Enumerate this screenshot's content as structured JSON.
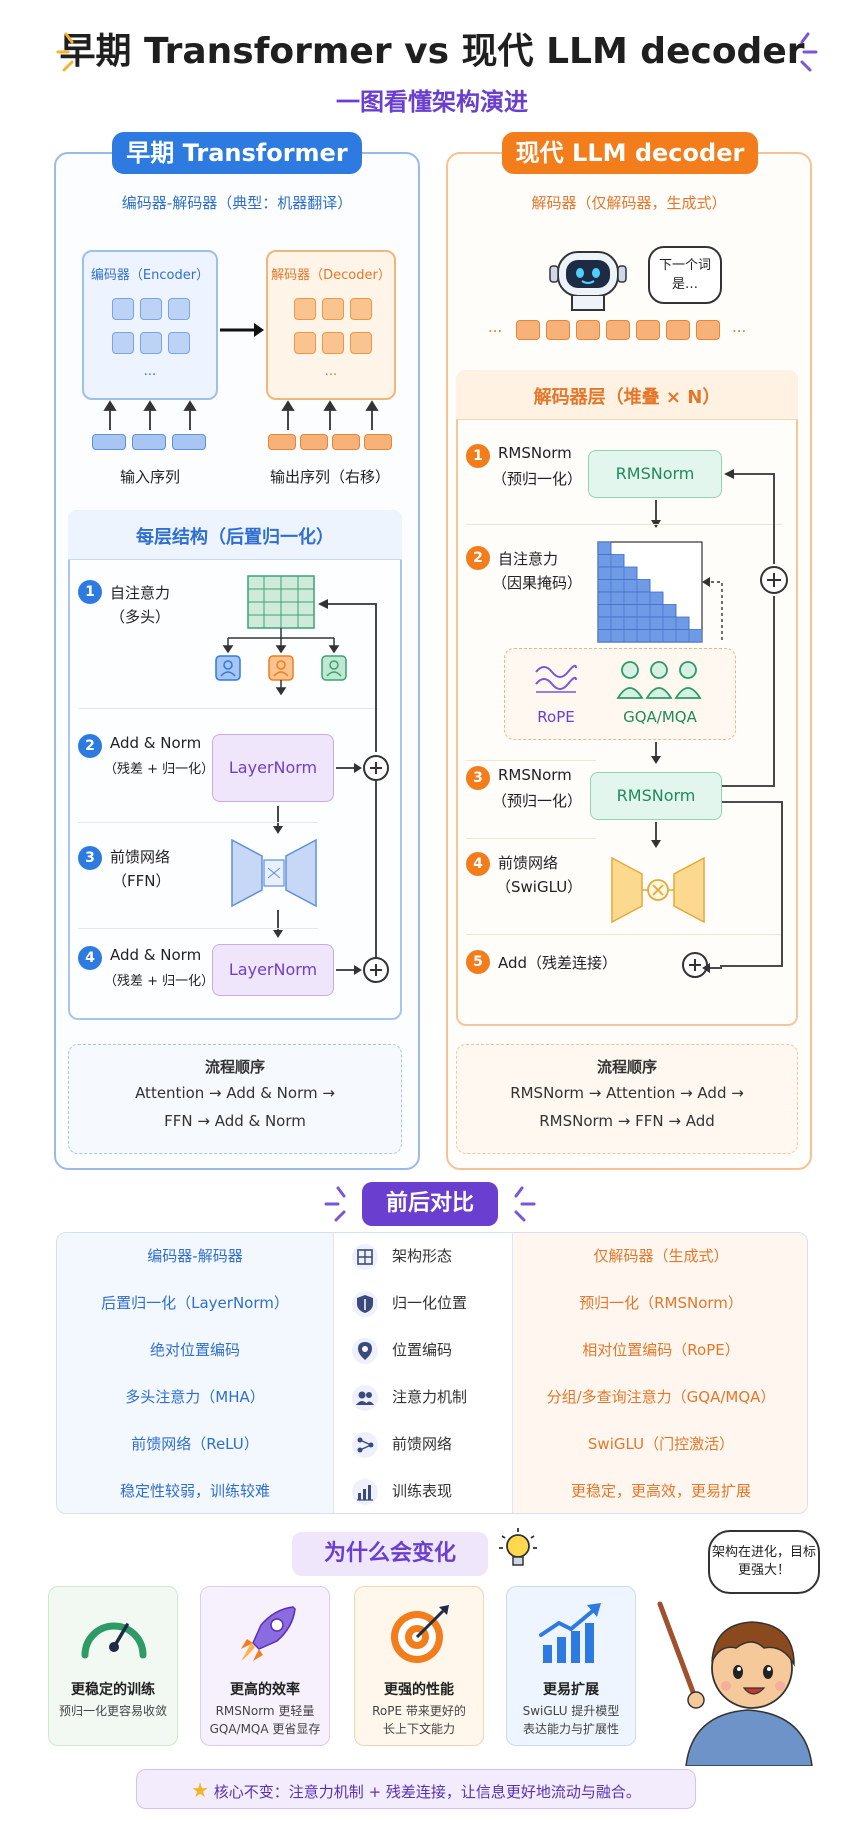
{
  "header": {
    "title": "早期 Transformer vs 现代 LLM decoder",
    "subtitle": "一图看懂架构演进"
  },
  "left": {
    "pill": "早期 Transformer",
    "caption": "编码器-解码器（典型：机器翻译）",
    "encoder_label": "编码器（Encoder）",
    "decoder_label": "解码器（Decoder）",
    "ellipsis": "...",
    "input_label": "输入序列",
    "output_label": "输出序列（右移）",
    "layer_title": "每层结构（后置归一化）",
    "steps": [
      {
        "num": "1",
        "name": "自注意力",
        "detail": "（多头）"
      },
      {
        "num": "2",
        "name": "Add & Norm",
        "detail": "（残差 + 归一化）",
        "box": "LayerNorm"
      },
      {
        "num": "3",
        "name": "前馈网络",
        "detail": "（FFN）"
      },
      {
        "num": "4",
        "name": "Add & Norm",
        "detail": "（残差 + 归一化）",
        "box": "LayerNorm"
      }
    ],
    "flow_title": "流程顺序",
    "flow_line1": "Attention  →  Add & Norm  →",
    "flow_line2": "FFN  →  Add & Norm"
  },
  "right": {
    "pill": "现代 LLM decoder",
    "caption": "解码器（仅解码器，生成式）",
    "speech": "下一个词是…",
    "ellipsis": "...",
    "layer_title": "解码器层（堆叠 × N）",
    "steps": [
      {
        "num": "1",
        "name": "RMSNorm",
        "detail": "（预归一化）",
        "box": "RMSNorm"
      },
      {
        "num": "2",
        "name": "自注意力",
        "detail": "（因果掩码）"
      },
      {
        "num": "3",
        "name": "RMSNorm",
        "detail": "（预归一化）",
        "box": "RMSNorm"
      },
      {
        "num": "4",
        "name": "前馈网络",
        "detail": "（SwiGLU）"
      },
      {
        "num": "5",
        "name": "Add（残差连接）",
        "detail": ""
      }
    ],
    "rope": "RoPE",
    "gqa": "GQA/MQA",
    "flow_title": "流程顺序",
    "flow_line1": "RMSNorm  →  Attention  →  Add  →",
    "flow_line2": "RMSNorm  →  FFN  →  Add"
  },
  "compare": {
    "title": "前后对比",
    "rows": [
      {
        "left": "编码器-解码器",
        "mid": "架构形态",
        "right": "仅解码器（生成式）",
        "icon": "layout-icon"
      },
      {
        "left": "后置归一化（LayerNorm）",
        "mid": "归一化位置",
        "right": "预归一化（RMSNorm）",
        "icon": "shield-icon"
      },
      {
        "left": "绝对位置编码",
        "mid": "位置编码",
        "right": "相对位置编码（RoPE）",
        "icon": "location-pin-icon"
      },
      {
        "left": "多头注意力（MHA）",
        "mid": "注意力机制",
        "right": "分组/多查询注意力（GQA/MQA）",
        "icon": "people-icon"
      },
      {
        "left": "前馈网络（ReLU）",
        "mid": "前馈网络",
        "right": "SwiGLU（门控激活）",
        "icon": "network-icon"
      },
      {
        "left": "稳定性较弱，训练较难",
        "mid": "训练表现",
        "right": "更稳定，更高效，更易扩展",
        "icon": "bar-chart-icon"
      }
    ]
  },
  "why": {
    "title": "为什么会变化",
    "bubble": "架构在进化，目标更强大！",
    "cards": [
      {
        "title": "更稳定的训练",
        "line1": "预归一化更容易收敛",
        "line2": "",
        "icon": "gauge-icon",
        "bg": "#f2f9f2",
        "border": "#cfe8cf"
      },
      {
        "title": "更高的效率",
        "line1": "RMSNorm 更轻量",
        "line2": "GQA/MQA 更省显存",
        "icon": "rocket-icon",
        "bg": "#f7f1fd",
        "border": "#dccbf2"
      },
      {
        "title": "更强的性能",
        "line1": "RoPE 带来更好的",
        "line2": "长上下文能力",
        "icon": "target-icon",
        "bg": "#fff6ec",
        "border": "#f3d5b2"
      },
      {
        "title": "更易扩展",
        "line1": "SwiGLU 提升模型",
        "line2": "表达能力与扩展性",
        "icon": "growth-chart-icon",
        "bg": "#eef5fe",
        "border": "#c9dcf4"
      }
    ],
    "core": "核心不变：注意力机制 + 残差连接，让信息更好地流动与融合。"
  },
  "colors": {
    "blue": "#2d7be0",
    "orange": "#f37c1b",
    "purple": "#6a3fd0",
    "green": "#1f8a5c"
  }
}
